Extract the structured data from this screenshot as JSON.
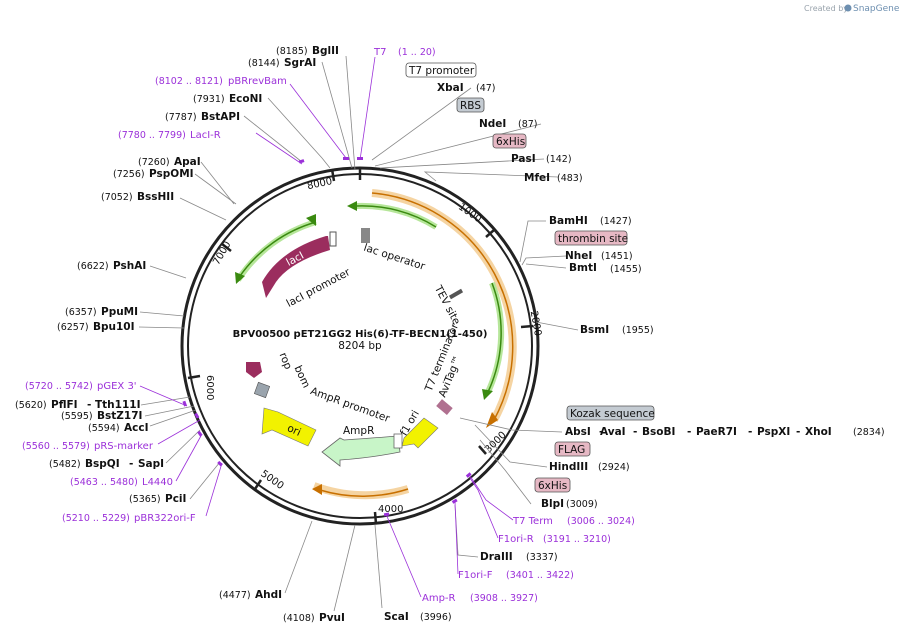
{
  "credit": {
    "prefix": "Created by",
    "brand": "SnapGene"
  },
  "title": "BPV00500 pET21GG2 His(6)-TF-BECN1(1-450)",
  "size_label": "8204 bp",
  "ticks": [
    "1000",
    "2000",
    "3000",
    "4000",
    "5000",
    "6000",
    "7000",
    "8000"
  ],
  "sites_right": [
    {
      "name": "BglII",
      "pos": "(8185)"
    },
    {
      "name": "SgrAI",
      "pos": "(8144)"
    },
    {
      "name": "EcoNI",
      "pos": "(7931)"
    },
    {
      "name": "BstAPI",
      "pos": "(7787)"
    },
    {
      "name": "XbaI",
      "pos": "(47)"
    },
    {
      "name": "NdeI",
      "pos": "(87)"
    },
    {
      "name": "PasI",
      "pos": "(142)"
    },
    {
      "name": "MfeI",
      "pos": "(483)"
    },
    {
      "name": "BamHI",
      "pos": "(1427)"
    },
    {
      "name": "NheI",
      "pos": "(1451)"
    },
    {
      "name": "BmtI",
      "pos": "(1455)"
    },
    {
      "name": "BsmI",
      "pos": "(1955)"
    },
    {
      "name": "HindIII",
      "pos": "(2924)"
    },
    {
      "name": "BlpI",
      "pos": "(3009)"
    },
    {
      "name": "DraIII",
      "pos": "(3337)"
    },
    {
      "name": "ScaI",
      "pos": "(3996)"
    },
    {
      "name": "PvuI",
      "pos": "(4108)"
    },
    {
      "name": "AhdI",
      "pos": "(4477)"
    }
  ],
  "sites_left": [
    {
      "name": "ApaI",
      "pos": "(7260)"
    },
    {
      "name": "PspOMI",
      "pos": "(7256)"
    },
    {
      "name": "BssHII",
      "pos": "(7052)"
    },
    {
      "name": "PshAI",
      "pos": "(6622)"
    },
    {
      "name": "PpuMI",
      "pos": "(6357)"
    },
    {
      "name": "Bpu10I",
      "pos": "(6257)"
    },
    {
      "name": "PflFI",
      "pos": "(5620)"
    },
    {
      "name": "Tth111I",
      "pos": ""
    },
    {
      "name": "BstZ17I",
      "pos": "(5595)"
    },
    {
      "name": "AccI",
      "pos": "(5594)"
    },
    {
      "name": "BspQI",
      "pos": "(5482)"
    },
    {
      "name": "SapI",
      "pos": ""
    },
    {
      "name": "PciI",
      "pos": "(5365)"
    }
  ],
  "multi_site": {
    "names": [
      "AbsI",
      "AvaI",
      "BsoBI",
      "PaeR7I",
      "PspXI",
      "XhoI"
    ],
    "pos": "(2834)"
  },
  "primers": [
    {
      "name": "T7",
      "range": "(1 .. 20)"
    },
    {
      "name": "pBRrevBam",
      "range": "(8102 .. 8121)"
    },
    {
      "name": "LacI-R",
      "range": "(7780 .. 7799)"
    },
    {
      "name": "pGEX 3'",
      "range": "(5720 .. 5742)"
    },
    {
      "name": "pRS-marker",
      "range": "(5560 .. 5579)"
    },
    {
      "name": "L4440",
      "range": "(5463 .. 5480)"
    },
    {
      "name": "pBR322ori-F",
      "range": "(5210 .. 5229)"
    },
    {
      "name": "T7 Term",
      "range": "(3006 .. 3024)"
    },
    {
      "name": "F1ori-R",
      "range": "(3191 .. 3210)"
    },
    {
      "name": "F1ori-F",
      "range": "(3401 .. 3422)"
    },
    {
      "name": "Amp-R",
      "range": "(3908 .. 3927)"
    }
  ],
  "boxed_features": [
    {
      "name": "T7 promoter"
    },
    {
      "name": "RBS"
    },
    {
      "name": "6xHis"
    },
    {
      "name": "thrombin site"
    },
    {
      "name": "Kozak sequence"
    },
    {
      "name": "FLAG"
    },
    {
      "name": "6xHis"
    }
  ],
  "inner_features": [
    "lacI",
    "lacI promoter",
    "lac operator",
    "TEV site",
    "T7 terminator",
    "AviTag™",
    "f1 ori",
    "AmpR promoter",
    "AmpR",
    "ori",
    "bom",
    "rop"
  ],
  "colors": {
    "lacI": "#9b2d5e",
    "ori": "#f2f200",
    "ampr": "#c8f5c8",
    "primer": "#9b30d9",
    "orf_orange": "#e8a030",
    "orf_green": "#5aaa28"
  }
}
